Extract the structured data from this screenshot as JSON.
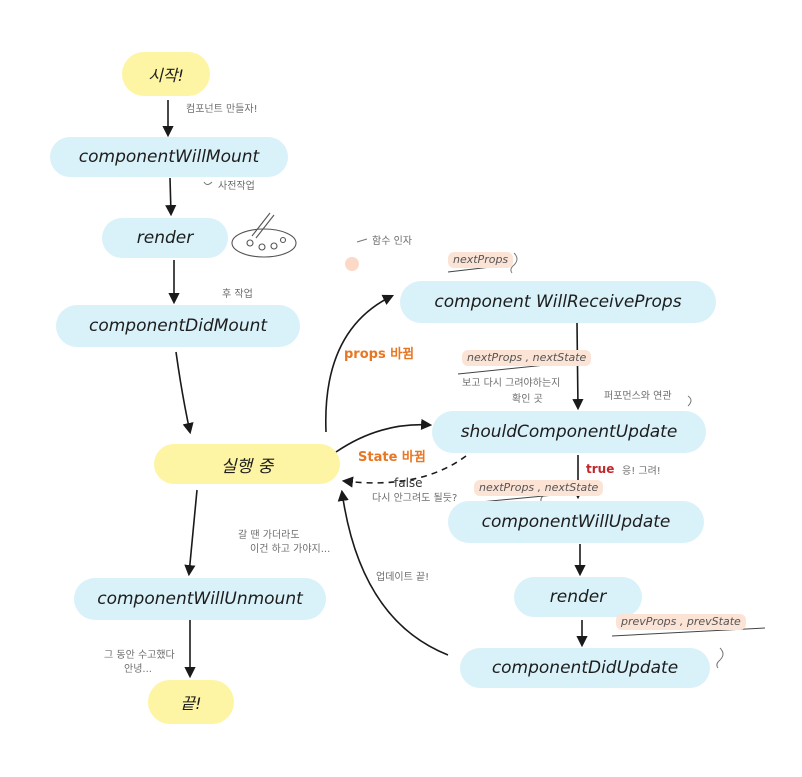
{
  "nodes": {
    "start": "시작!",
    "component_will_mount": "componentWillMount",
    "render_left": "render",
    "component_did_mount": "componentDidMount",
    "running": "실행 중",
    "component_will_unmount": "componentWillUnmount",
    "end": "끝!",
    "component_will_receive_props": "component WillReceiveProps",
    "should_component_update": "shouldComponentUpdate",
    "component_will_update": "componentWillUpdate",
    "render_right": "render",
    "component_did_update": "componentDidUpdate"
  },
  "notes": {
    "create_component": "컴포넌트 만들자!",
    "pre_work": "사전작업",
    "post_work": "후 작업",
    "function_arg": "함수 인자",
    "check_rerender_line1": "보고 다시 그려야하는지",
    "check_rerender_line2": "확인 곳",
    "performance": "퍼포먼스와 연관",
    "retry": "다시 안그려도 될듯?",
    "ok_redraw": "응! 그려!",
    "update_done": "업데이트 끝!",
    "even_if_line1": "갈 땐 가더라도",
    "even_if_line2": "이건 하고 가야지...",
    "goodbye_line1": "그 동안 수고했다",
    "goodbye_line2": "안녕..."
  },
  "tags": {
    "next_props": "nextProps",
    "next_props_state_1": "nextProps , nextState",
    "next_props_state_2": "nextProps , nextState",
    "prev_props_state": "prevProps , prevState"
  },
  "edge_labels": {
    "props_changed": "props 바뀜",
    "state_changed": "State 바뀜",
    "true": "true",
    "false": "false"
  },
  "colors": {
    "node_blue": "#d9f1f9",
    "node_yellow": "#fdf5a3",
    "tag_peach": "#fbe3d6",
    "label_orange": "#e87722",
    "label_red": "#c0282c",
    "arrow": "#1a1a1a"
  },
  "icons": [
    "palette-icon"
  ]
}
